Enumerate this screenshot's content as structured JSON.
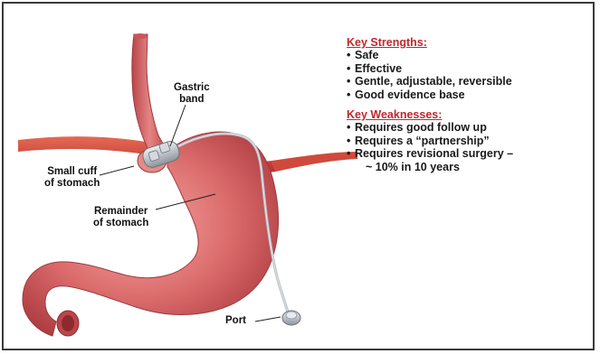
{
  "labels": {
    "gastric_band": [
      "Gastric",
      "band"
    ],
    "small_cuff": [
      "Small cuff",
      "of stomach"
    ],
    "remainder": [
      "Remainder",
      "of stomach"
    ],
    "port": "Port"
  },
  "strengths": {
    "heading": "Key Strengths:",
    "items": [
      "Safe",
      "Effective",
      "Gentle, adjustable, reversible",
      "Good evidence base"
    ]
  },
  "weaknesses": {
    "heading": "Key Weaknesses:",
    "items": [
      "Requires good follow up",
      "Requires a “partnership”",
      "Requires revisional surgery –"
    ],
    "continuation": "~ 10% in 10 years"
  },
  "colors": {
    "heading": "#c0272d",
    "stomach": "#d96a6a",
    "stomach_dark": "#b9464a",
    "vessel": "#d4463a",
    "band": "#b8bec6"
  }
}
